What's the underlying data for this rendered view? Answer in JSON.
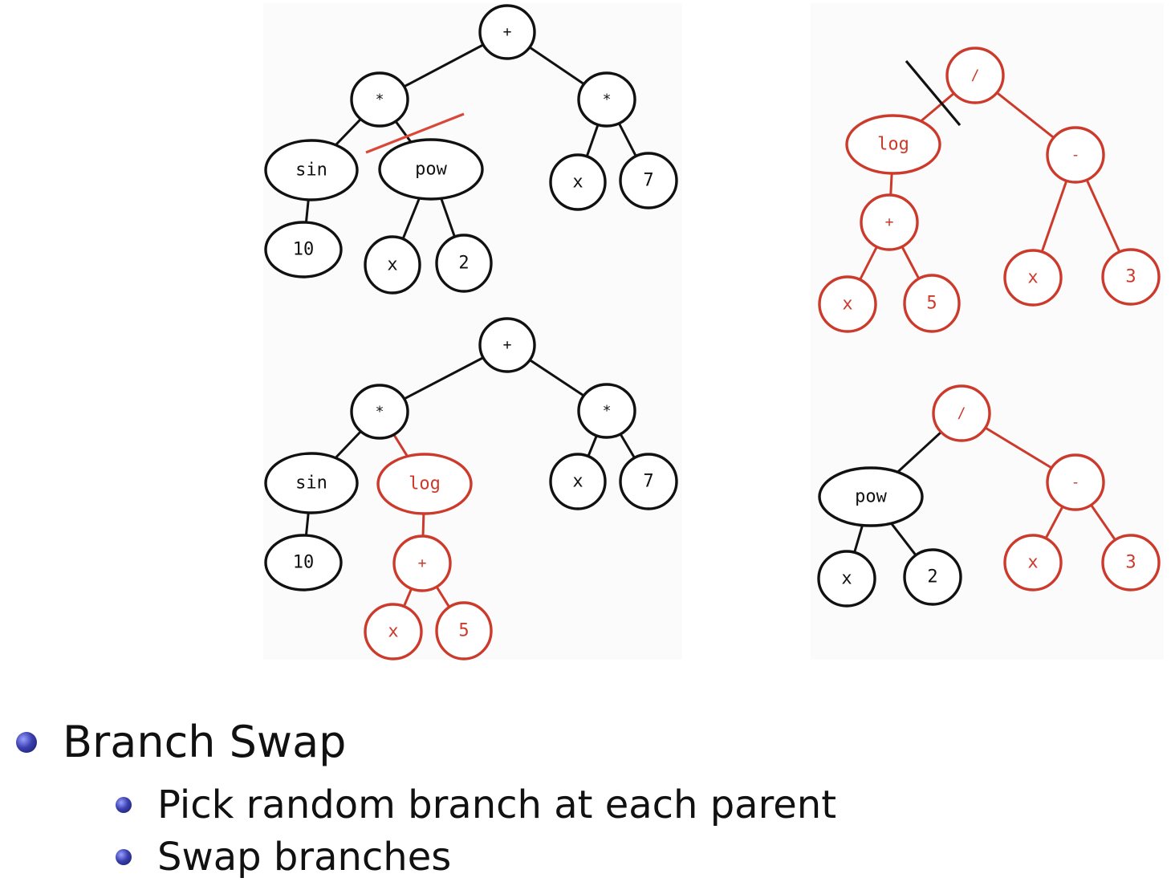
{
  "colors": {
    "black": "#111111",
    "red": "#cc3a2c",
    "cut_red": "#d9473a",
    "cut_black": "#111111",
    "bullet": "#3b40b0"
  },
  "trees": [
    {
      "id": "top-left",
      "nodes": [
        {
          "id": "n1",
          "label": "+",
          "color": "black"
        },
        {
          "id": "n2",
          "label": "*",
          "color": "black",
          "parent": "n1"
        },
        {
          "id": "n3",
          "label": "*",
          "color": "black",
          "parent": "n1"
        },
        {
          "id": "n4",
          "label": "sin",
          "color": "black",
          "parent": "n2"
        },
        {
          "id": "n5",
          "label": "pow",
          "color": "black",
          "parent": "n2"
        },
        {
          "id": "n6",
          "label": "x",
          "color": "black",
          "parent": "n3"
        },
        {
          "id": "n7",
          "label": "7",
          "color": "black",
          "parent": "n3"
        },
        {
          "id": "n8",
          "label": "10",
          "color": "black",
          "parent": "n4"
        },
        {
          "id": "n9",
          "label": "x",
          "color": "black",
          "parent": "n5"
        },
        {
          "id": "n10",
          "label": "2",
          "color": "black",
          "parent": "n5"
        }
      ]
    },
    {
      "id": "top-right",
      "nodes": [
        {
          "id": "n1",
          "label": "/",
          "color": "red"
        },
        {
          "id": "n2",
          "label": "log",
          "color": "red",
          "parent": "n1"
        },
        {
          "id": "n3",
          "label": "-",
          "color": "red",
          "parent": "n1"
        },
        {
          "id": "n4",
          "label": "+",
          "color": "red",
          "parent": "n2"
        },
        {
          "id": "n5",
          "label": "x",
          "color": "red",
          "parent": "n4"
        },
        {
          "id": "n6",
          "label": "5",
          "color": "red",
          "parent": "n4"
        },
        {
          "id": "n7",
          "label": "x",
          "color": "red",
          "parent": "n3"
        },
        {
          "id": "n8",
          "label": "3",
          "color": "red",
          "parent": "n3"
        }
      ]
    },
    {
      "id": "bottom-left",
      "nodes": [
        {
          "id": "n1",
          "label": "+",
          "color": "black"
        },
        {
          "id": "n2",
          "label": "*",
          "color": "black",
          "parent": "n1"
        },
        {
          "id": "n3",
          "label": "*",
          "color": "black",
          "parent": "n1"
        },
        {
          "id": "n4",
          "label": "sin",
          "color": "black",
          "parent": "n2"
        },
        {
          "id": "n5",
          "label": "log",
          "color": "red",
          "parent": "n2"
        },
        {
          "id": "n6",
          "label": "x",
          "color": "black",
          "parent": "n3"
        },
        {
          "id": "n7",
          "label": "7",
          "color": "black",
          "parent": "n3"
        },
        {
          "id": "n8",
          "label": "10",
          "color": "black",
          "parent": "n4"
        },
        {
          "id": "n9",
          "label": "+",
          "color": "red",
          "parent": "n5"
        },
        {
          "id": "n10",
          "label": "x",
          "color": "red",
          "parent": "n9"
        },
        {
          "id": "n11",
          "label": "5",
          "color": "red",
          "parent": "n9"
        }
      ]
    },
    {
      "id": "bottom-right",
      "nodes": [
        {
          "id": "n1",
          "label": "/",
          "color": "red"
        },
        {
          "id": "n2",
          "label": "pow",
          "color": "black",
          "parent": "n1"
        },
        {
          "id": "n3",
          "label": "-",
          "color": "red",
          "parent": "n1"
        },
        {
          "id": "n4",
          "label": "x",
          "color": "black",
          "parent": "n2"
        },
        {
          "id": "n5",
          "label": "2",
          "color": "black",
          "parent": "n2"
        },
        {
          "id": "n6",
          "label": "x",
          "color": "red",
          "parent": "n3"
        },
        {
          "id": "n7",
          "label": "3",
          "color": "red",
          "parent": "n3"
        }
      ]
    }
  ],
  "bullets": {
    "main": "Branch Swap",
    "sub": [
      "Pick random branch at each parent",
      "Swap branches"
    ]
  }
}
